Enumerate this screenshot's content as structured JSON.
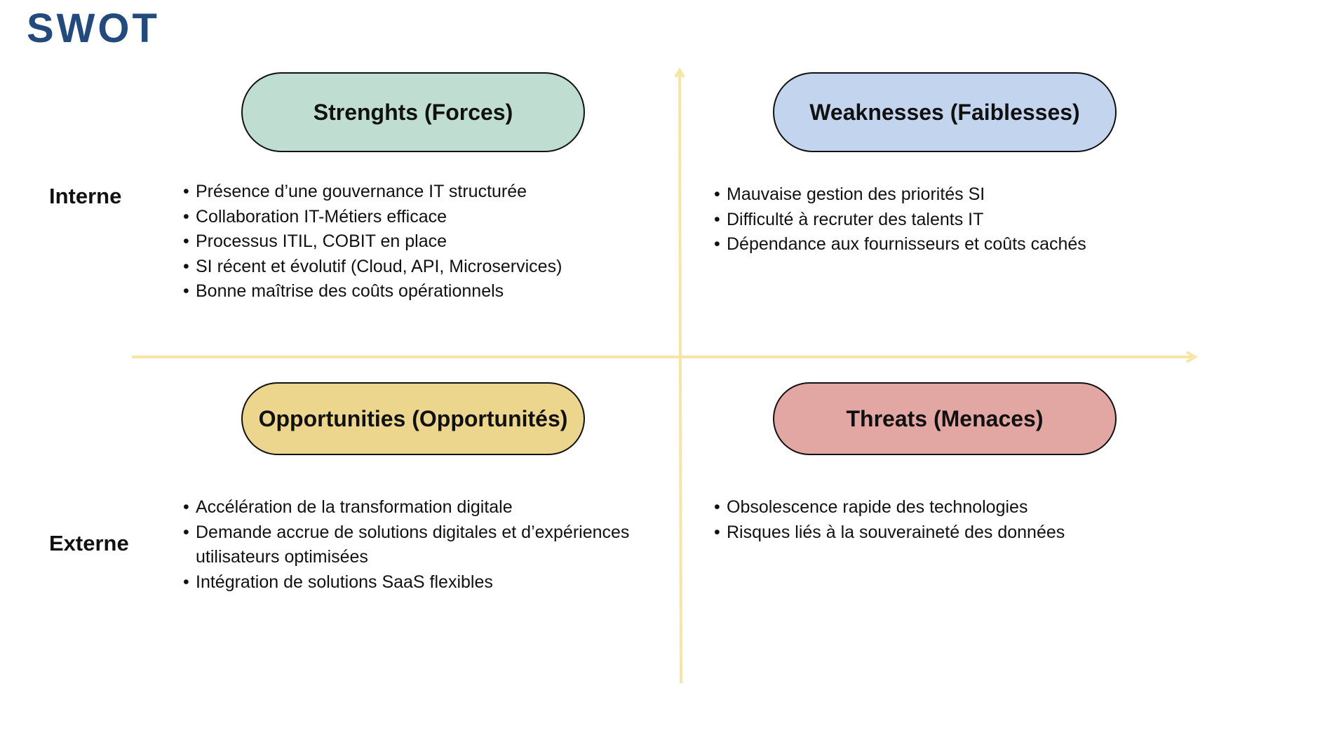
{
  "title": "SWOT",
  "colors": {
    "title": "#224a7c",
    "axis": "#f5e6a8",
    "strengths": "#bfddd0",
    "weaknesses": "#c3d4ef",
    "opportunities": "#ecd58c",
    "threats": "#e2a7a3"
  },
  "rows": {
    "interne": "Interne",
    "externe": "Externe"
  },
  "quadrants": {
    "strengths": {
      "title": "Strenghts (Forces)",
      "items": [
        "Présence d’une gouvernance IT structurée",
        "Collaboration IT-Métiers efficace",
        "Processus ITIL, COBIT en place",
        "SI récent et évolutif (Cloud, API, Microservices)",
        "Bonne maîtrise des coûts opérationnels"
      ]
    },
    "weaknesses": {
      "title": "Weaknesses (Faiblesses)",
      "items": [
        "Mauvaise gestion des priorités SI",
        "Difficulté à recruter des talents IT",
        "Dépendance aux fournisseurs et coûts cachés"
      ]
    },
    "opportunities": {
      "title": "Opportunities (Opportunités)",
      "items": [
        "Accélération de la transformation digitale",
        "Demande accrue de solutions digitales et d’expériences\nutilisateurs optimisées",
        "Intégration de solutions SaaS flexibles"
      ]
    },
    "threats": {
      "title": "Threats (Menaces)",
      "items": [
        "Obsolescence rapide des technologies",
        "Risques liés à la souveraineté des données"
      ]
    }
  }
}
